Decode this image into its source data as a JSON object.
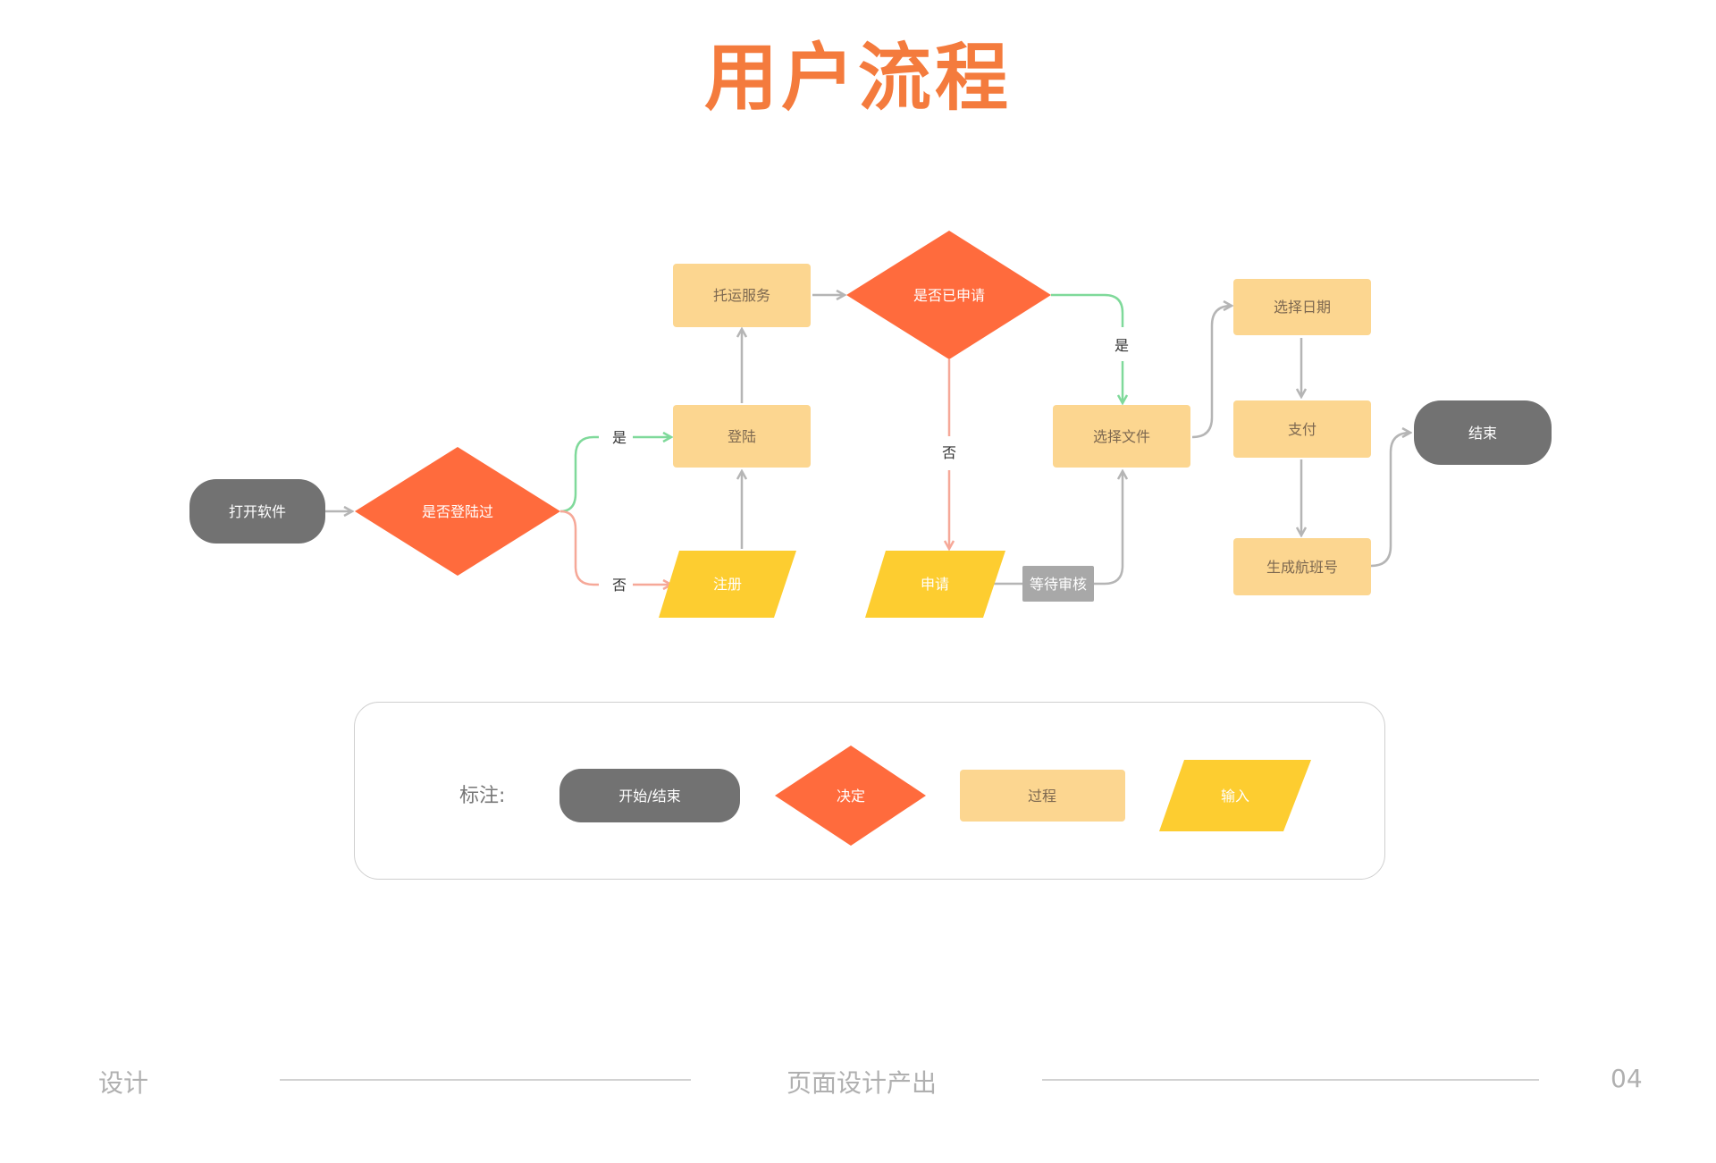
{
  "title": "用户流程",
  "colors": {
    "terminal": "#727272",
    "decision": "#FF6B3D",
    "process": "#FCD690",
    "input": "#FDCD30",
    "arrow_gray": "#B5B5B5",
    "arrow_green": "#7FD99A",
    "arrow_pink": "#F6A898",
    "note_gray": "#A8A8A8"
  },
  "nodes": {
    "open_app": "打开软件",
    "logged_in_before": "是否登陆过",
    "login": "登陆",
    "register": "注册",
    "shipping_service": "托运服务",
    "already_applied": "是否已申请",
    "apply": "申请",
    "wait_review": "等待审核",
    "select_file": "选择文件",
    "select_date": "选择日期",
    "pay": "支付",
    "generate_flight_no": "生成航班号",
    "end": "结束"
  },
  "edge_labels": {
    "login_yes": "是",
    "login_no": "否",
    "applied_yes": "是",
    "applied_no": "否"
  },
  "legend": {
    "title": "标注:",
    "terminal": "开始/结束",
    "decision": "决定",
    "process": "过程",
    "input": "输入"
  },
  "footer": {
    "left": "设计",
    "center": "页面设计产出",
    "page": "04"
  }
}
